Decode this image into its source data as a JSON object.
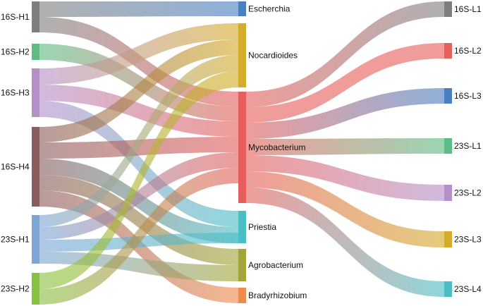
{
  "chart_data": {
    "type": "sankey",
    "title": "",
    "nodes": [
      {
        "id": "16S-H1",
        "label": "16S-H1",
        "color": "#7f7f7f"
      },
      {
        "id": "16S-H2",
        "label": "16S-H2",
        "color": "#5dbb84"
      },
      {
        "id": "16S-H3",
        "label": "16S-H3",
        "color": "#b590c8"
      },
      {
        "id": "16S-H4",
        "label": "16S-H4",
        "color": "#8b5e5e"
      },
      {
        "id": "23S-H1",
        "label": "23S-H1",
        "color": "#7ba6d6"
      },
      {
        "id": "23S-H2",
        "label": "23S-H2",
        "color": "#86c23f"
      },
      {
        "id": "Escherchia",
        "label": "Escherchia",
        "color": "#4a7fc1"
      },
      {
        "id": "Nocardioides",
        "label": "Nocardioides",
        "color": "#d4ab2a"
      },
      {
        "id": "Mycobacterium",
        "label": "Mycobacterium",
        "color": "#e5605d"
      },
      {
        "id": "Priestia",
        "label": "Priestia",
        "color": "#4bbec4"
      },
      {
        "id": "Agrobacterium",
        "label": "Agrobacterium",
        "color": "#a4a43a"
      },
      {
        "id": "Bradyrhizobium",
        "label": "Bradyrhizobium",
        "color": "#ef8b4d"
      },
      {
        "id": "16S-L1",
        "label": "16S-L1",
        "color": "#7f7f7f"
      },
      {
        "id": "16S-L2",
        "label": "16S-L2",
        "color": "#e5605d"
      },
      {
        "id": "16S-L3",
        "label": "16S-L3",
        "color": "#4a7fc1"
      },
      {
        "id": "23S-L1",
        "label": "23S-L1",
        "color": "#5dbb84"
      },
      {
        "id": "23S-L2",
        "label": "23S-L2",
        "color": "#b590c8"
      },
      {
        "id": "23S-L3",
        "label": "23S-L3",
        "color": "#d4ab2a"
      },
      {
        "id": "23S-L4",
        "label": "23S-L4",
        "color": "#4bbec4"
      }
    ],
    "links": [
      {
        "source": "16S-H1",
        "target": "Escherchia",
        "value": 1
      },
      {
        "source": "16S-H1",
        "target": "Mycobacterium",
        "value": 1
      },
      {
        "source": "16S-H2",
        "target": "Mycobacterium",
        "value": 1
      },
      {
        "source": "16S-H3",
        "target": "Nocardioides",
        "value": 1
      },
      {
        "source": "16S-H3",
        "target": "Mycobacterium",
        "value": 1
      },
      {
        "source": "16S-H3",
        "target": "Priestia",
        "value": 1
      },
      {
        "source": "16S-H4",
        "target": "Nocardioides",
        "value": 1
      },
      {
        "source": "16S-H4",
        "target": "Mycobacterium",
        "value": 1
      },
      {
        "source": "16S-H4",
        "target": "Priestia",
        "value": 1
      },
      {
        "source": "16S-H4",
        "target": "Agrobacterium",
        "value": 1
      },
      {
        "source": "16S-H4",
        "target": "Bradyrhizobium",
        "value": 1
      },
      {
        "source": "23S-H1",
        "target": "Nocardioides",
        "value": 1
      },
      {
        "source": "23S-H1",
        "target": "Mycobacterium",
        "value": 1
      },
      {
        "source": "23S-H1",
        "target": "Priestia",
        "value": 1
      },
      {
        "source": "23S-H1",
        "target": "Agrobacterium",
        "value": 1
      },
      {
        "source": "23S-H2",
        "target": "Nocardioides",
        "value": 1
      },
      {
        "source": "23S-H2",
        "target": "Mycobacterium",
        "value": 1
      },
      {
        "source": "Mycobacterium",
        "target": "16S-L1",
        "value": 1
      },
      {
        "source": "Mycobacterium",
        "target": "16S-L2",
        "value": 1
      },
      {
        "source": "Mycobacterium",
        "target": "16S-L3",
        "value": 1
      },
      {
        "source": "Mycobacterium",
        "target": "23S-L1",
        "value": 1
      },
      {
        "source": "Mycobacterium",
        "target": "23S-L2",
        "value": 1
      },
      {
        "source": "Mycobacterium",
        "target": "23S-L3",
        "value": 1
      },
      {
        "source": "Mycobacterium",
        "target": "23S-L4",
        "value": 1
      }
    ]
  }
}
